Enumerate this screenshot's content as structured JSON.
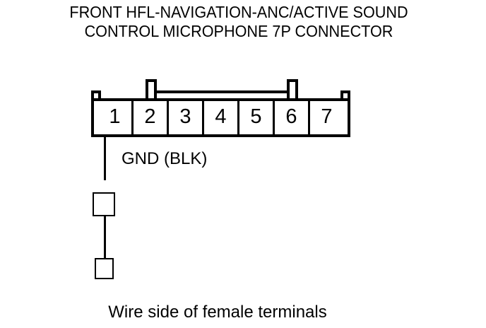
{
  "title": {
    "line1": "FRONT HFL-NAVIGATION-ANC/ACTIVE SOUND",
    "line2": "CONTROL MICROPHONE 7P CONNECTOR"
  },
  "connector": {
    "pin_count": 7,
    "pins": [
      {
        "number": "1"
      },
      {
        "number": "2"
      },
      {
        "number": "3"
      },
      {
        "number": "4"
      },
      {
        "number": "5"
      },
      {
        "number": "6"
      },
      {
        "number": "7"
      }
    ]
  },
  "wires": [
    {
      "from_pin": "1",
      "label": "GND (BLK)",
      "signal": "GND",
      "wire_color_code": "BLK"
    }
  ],
  "terminals": {
    "large_symbol_name": "terminal-square-large",
    "small_symbol_name": "terminal-square-small"
  },
  "caption": "Wire side of female terminals",
  "colors": {
    "ink": "#000000",
    "background": "#ffffff"
  }
}
